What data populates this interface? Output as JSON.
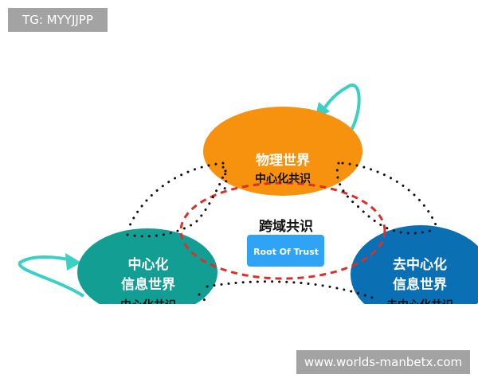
{
  "watermarks": {
    "top": "TG: MYYJJPP",
    "bottom": "www.worlds-manbetx.com"
  },
  "nodes": {
    "physical": {
      "title": "物理世界",
      "consensus": "中心化共识",
      "color": "#f7920f"
    },
    "centralized": {
      "title_line1": "中心化",
      "title_line2": "信息世界",
      "consensus": "中心化共识",
      "color": "#139e94"
    },
    "decentralized": {
      "title_line1": "去中心化",
      "title_line2": "信息世界",
      "consensus": "去中心化共识",
      "color": "#0b6fb4"
    }
  },
  "center": {
    "label": "跨域共识",
    "badge": "Root Of Trust",
    "badge_color": "#2fa4f5"
  },
  "colors": {
    "arrow": "#3ad1c5",
    "dashed_ring": "#d9302b",
    "dotted": "#111111"
  }
}
